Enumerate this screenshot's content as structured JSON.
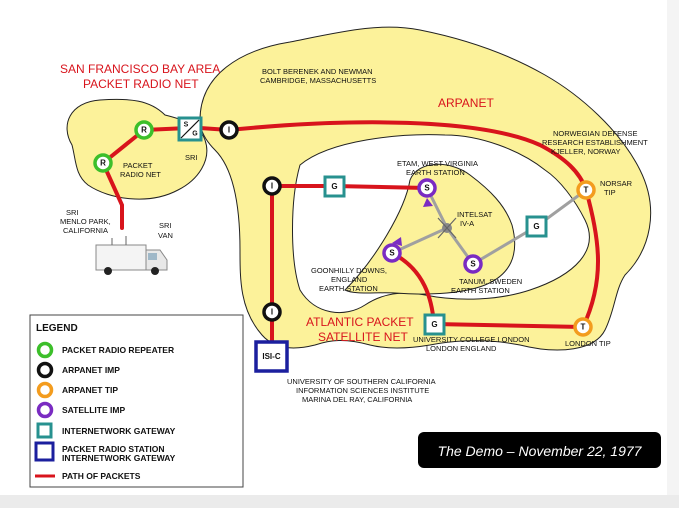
{
  "regions": {
    "sf_title_1": "SAN FRANCISCO BAY AREA",
    "sf_title_2": "PACKET RADIO NET",
    "arpanet_title": "ARPANET",
    "atlantic_title_1": "ATLANTIC PACKET",
    "atlantic_title_2": "SATELLITE NET"
  },
  "labels": {
    "bbn_1": "BOLT BERENEK AND NEWMAN",
    "bbn_2": "CAMBRIDGE, MASSACHUSETTS",
    "packet_radio_1": "PACKET",
    "packet_radio_2": "RADIO NET",
    "sri_gateway": "SRI",
    "sri_site_1": "SRI",
    "sri_site_2": "MENLO PARK,",
    "sri_site_3": "CALIFORNIA",
    "sri_van_1": "SRI",
    "sri_van_2": "VAN",
    "norway_1": "NORWEGIAN DEFENSE",
    "norway_2": "RESEARCH ESTABLISHMENT",
    "norway_3": "KJELLER, NORWAY",
    "norsar_1": "NORSAR",
    "norsar_2": "TIP",
    "etam_1": "ETAM, WEST VIRGINIA",
    "etam_2": "EARTH STATION",
    "intelsat_1": "INTELSAT",
    "intelsat_2": "IV-A",
    "goonhilly_1": "GOONHILLY DOWNS,",
    "goonhilly_2": "ENGLAND",
    "goonhilly_3": "EARTH STATION",
    "tanum_1": "TANUM, SWEDEN",
    "tanum_2": "EARTH STATION",
    "ucl_1": "UNIVERSITY COLLEGE LONDON",
    "ucl_2": "LONDON ENGLAND",
    "london_tip": "LONDON TIP",
    "usc_1": "UNIVERSITY OF SOUTHERN CALIFORNIA",
    "usc_2": "INFORMATION SCIENCES INSTITUTE",
    "usc_3": "MARINA DEL RAY, CALIFORNIA"
  },
  "nodes": {
    "repeater": "R",
    "imp": "I",
    "tip": "T",
    "satellite": "S",
    "gateway": "G",
    "sri_gateway_top": "S",
    "sri_gateway_bottom": "G",
    "isi_c": "ISI-C"
  },
  "legend": {
    "title": "LEGEND",
    "items": [
      {
        "label": "PACKET RADIO REPEATER",
        "icon": "green-ring-icon",
        "color": "#3cbf2a"
      },
      {
        "label": "ARPANET IMP",
        "icon": "black-ring-icon",
        "color": "#111111"
      },
      {
        "label": "ARPANET TIP",
        "icon": "orange-ring-icon",
        "color": "#f39c1e"
      },
      {
        "label": "SATELLITE IMP",
        "icon": "purple-ring-icon",
        "color": "#7a2bc2"
      },
      {
        "label": "INTERNETWORK GATEWAY",
        "icon": "teal-square-icon",
        "color": "#27918f"
      },
      {
        "label": "PACKET RADIO STATION",
        "label2": "INTERNETWORK GATEWAY",
        "icon": "blue-square-icon",
        "color": "#1b1f9e"
      },
      {
        "label": "PATH OF PACKETS",
        "icon": "red-line-icon",
        "color": "#d8141c"
      }
    ]
  },
  "banner": "The Demo – November 22, 1977",
  "colors": {
    "region_fill": "#fcf29a",
    "path": "#d8141c",
    "title_red": "#d8141c",
    "satellite_link": "#a0a0a0"
  }
}
